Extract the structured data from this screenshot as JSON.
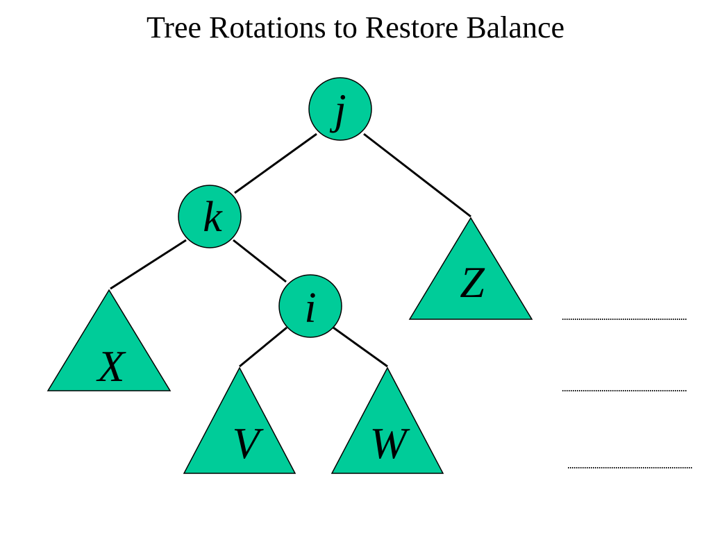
{
  "title": "Tree Rotations to Restore Balance",
  "colors": {
    "fill": "#00CC99",
    "stroke": "#000000",
    "background": "#ffffff"
  },
  "nodes": {
    "j": "j",
    "k": "k",
    "i": "i"
  },
  "subtrees": {
    "x": "X",
    "v": "V",
    "w": "W",
    "z": "Z"
  }
}
